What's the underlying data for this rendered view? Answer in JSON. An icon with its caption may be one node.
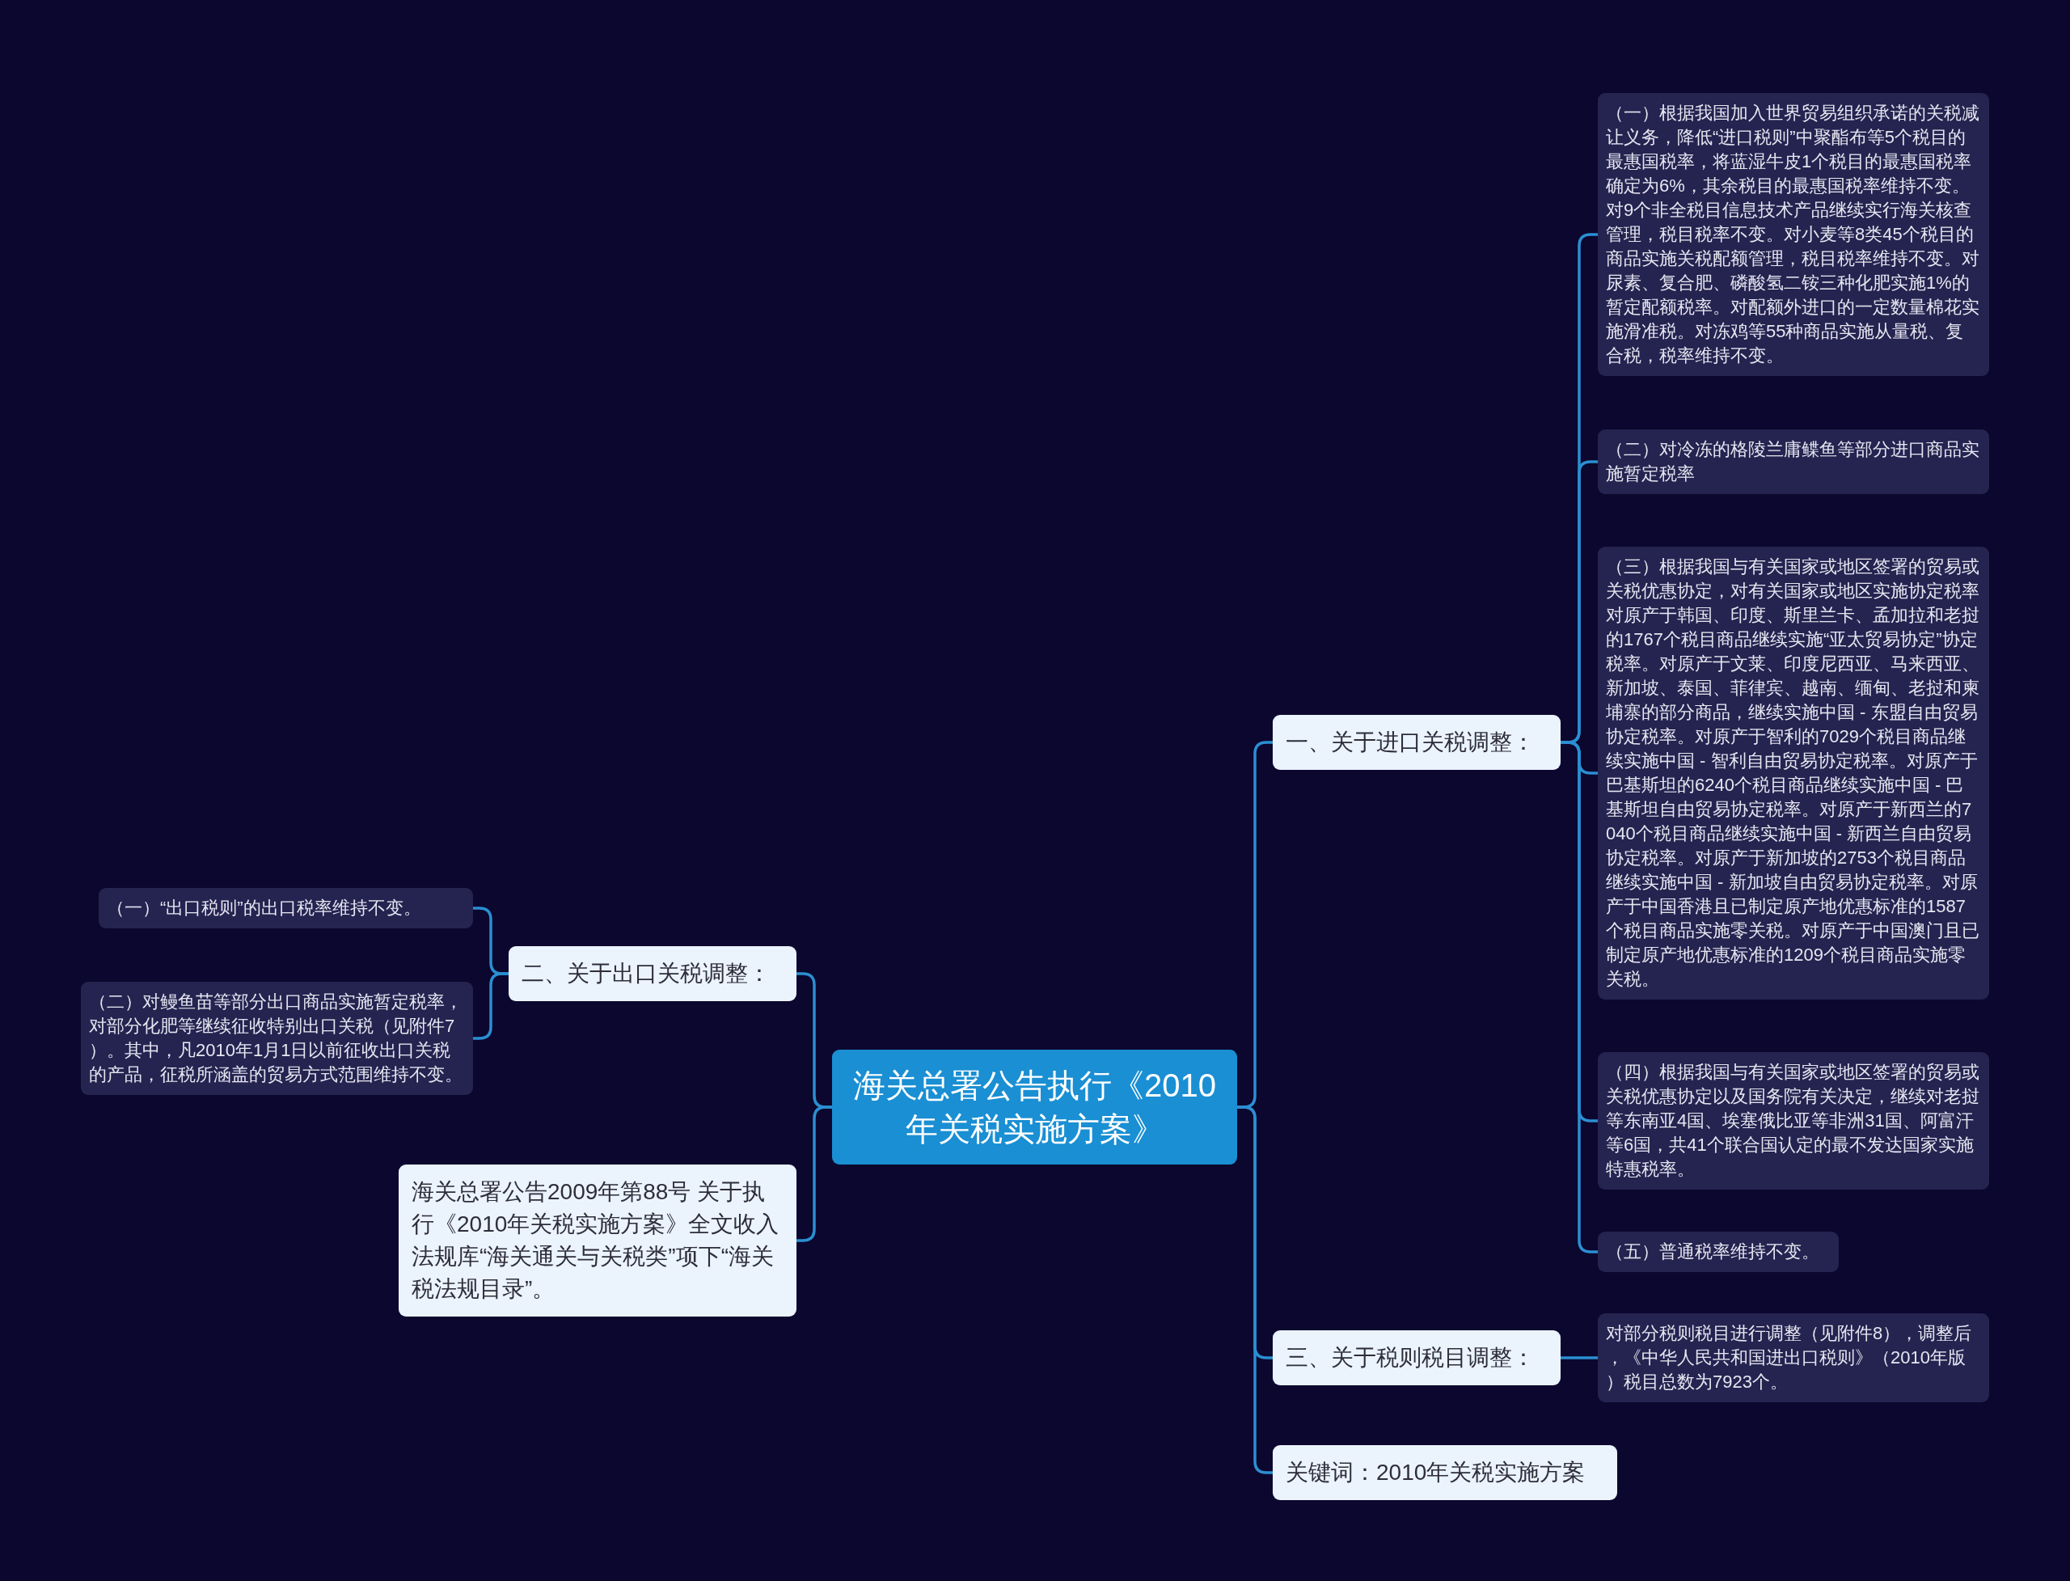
{
  "diagram": {
    "nodes": [
      {
        "text": [
          "海关总署公告执行《2010年关税实施方案》"
        ]
      },
      {
        "text": [
          "一、关于进口关税调整："
        ]
      },
      {
        "text": [
          "（一）根据我国加入世界贸易组织承诺的关税减让义务，降低“进口税则”中聚酯布等5个税目的最惠国税率，将蓝湿牛皮1个税目的最惠国税率确定为6%，其余税目的最惠国税率维持不变。对9个非全税目信息技术产品继续实行海关核查管理，税目税率不变。对小麦等8类45个税目的商品实施关税配额管理，税目税率维持不变。对尿素、复合肥、磷酸氢二铵三种化肥实施1%的暂定配额税率。对配额外进口的一定数量棉花实施滑准税。对冻鸡等55种商品实施从量税、复合税，税率维持不变。"
        ]
      },
      {
        "text": [
          "（二）对冷冻的格陵兰庸鲽鱼等部分进口商品实施暂定税率"
        ]
      },
      {
        "text": [
          "（三）根据我国与有关国家或地区签署的贸易或关税优惠协定，对有关国家或地区实施协定税率对原产于韩国、印度、斯里兰卡、孟加拉和老挝的1767个税目商品继续实施“亚太贸易协定”协定税率。对原产于文莱、印度尼西亚、马来西亚、新加坡、泰国、菲律宾、越南、缅甸、老挝和柬埔寨的部分商品，继续实施中国 - 东盟自由贸易协定税率。对原产于智利的7029个税目商品继续实施中国 - 智利自由贸易协定税率。对原产于巴基斯坦的6240个税目商品继续实施中国 - 巴基斯坦自由贸易协定税率。对原产于新西兰的7040个税目商品继续实施中国 - 新西兰自由贸易协定税率。对原产于新加坡的2753个税目商品继续实施中国 - 新加坡自由贸易协定税率。对原产于中国香港且已制定原产地优惠标准的1587个税目商品实施零关税。对原产于中国澳门且已制定原产地优惠标准的1209个税目商品实施零关税。"
        ]
      },
      {
        "text": [
          "（四）根据我国与有关国家或地区签署的贸易或关税优惠协定以及国务院有关决定，继续对老挝等东南亚4国、埃塞俄比亚等非洲31国、阿富汗等6国，共41个联合国认定的最不发达国家实施特惠税率。"
        ]
      },
      {
        "text": [
          "（五）普通税率维持不变。"
        ]
      },
      {
        "text": [
          "三、关于税则税目调整："
        ]
      },
      {
        "text": [
          "对部分税则税目进行调整（见附件8），调整后，《中华人民共和国进出口税则》（2010年版）税目总数为7923个。"
        ]
      },
      {
        "text": [
          "关键词：2010年关税实施方案"
        ]
      },
      {
        "text": [
          "二、关于出口关税调整："
        ]
      },
      {
        "text": [
          "（一）“出口税则”的出口税率维持不变。"
        ]
      },
      {
        "text": [
          "（二）对鳗鱼苗等部分出口商品实施暂定税率，对部分化肥等继续征收特别出口关税（见附件7）。其中，凡2010年1月1日以前征收出口关税的产品，征税所涵盖的贸易方式范围维持不变。"
        ]
      },
      {
        "text": [
          "海关总署公告2009年第88号 关于执行《2010年关税实施方案》全文收入法规库“海关通关与关税类”项下“海关税法规目录”。"
        ]
      }
    ],
    "edges": [
      {
        "from": 0,
        "to": 1,
        "arrow": "none"
      },
      {
        "from": 1,
        "to": 2,
        "arrow": "none"
      },
      {
        "from": 1,
        "to": 3,
        "arrow": "none"
      },
      {
        "from": 1,
        "to": 4,
        "arrow": "none"
      },
      {
        "from": 1,
        "to": 5,
        "arrow": "none"
      },
      {
        "from": 1,
        "to": 6,
        "arrow": "none"
      },
      {
        "from": 0,
        "to": 7,
        "arrow": "none"
      },
      {
        "from": 7,
        "to": 8,
        "arrow": "none"
      },
      {
        "from": 0,
        "to": 9,
        "arrow": "none"
      },
      {
        "from": 0,
        "to": 10,
        "arrow": "none"
      },
      {
        "from": 10,
        "to": 11,
        "arrow": "none"
      },
      {
        "from": 10,
        "to": 12,
        "arrow": "none"
      },
      {
        "from": 0,
        "to": 13,
        "arrow": "none"
      }
    ]
  }
}
